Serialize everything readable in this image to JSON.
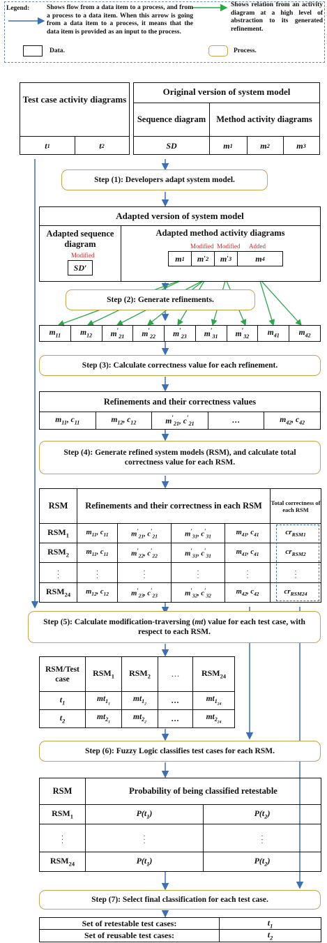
{
  "legend": {
    "title": "Legend:",
    "blue_arrow_text": "Shows flow from a data item to a process, and from a process to a data item. When this arrow is going from a data item to a process, it means that the data item is provided as an input to the process.",
    "green_arrow_text": "Shows relation from an activity diagram at a high level of abstraction to its generated refinement.",
    "data_label": "Data.",
    "process_label": "Process."
  },
  "test_case_diagrams": {
    "title": "Test case activity diagrams",
    "items": [
      "t1",
      "t2"
    ]
  },
  "original_model": {
    "title": "Original version of system model",
    "seq_header": "Sequence diagram",
    "method_header": "Method activity diagrams",
    "seq_item": "SD",
    "methods": [
      "m1",
      "m2",
      "m3"
    ]
  },
  "steps": {
    "s1": "Step (1): Developers adapt system model.",
    "s2": "Step (2): Generate refinements.",
    "s3": "Step (3): Calculate correctness value for each refinement.",
    "s4": "Step (4): Generate refined system models (RSM), and calculate total correctness value for each RSM.",
    "s5": "Step (5): Calculate modification-traversing (mt) value for each test case, with respect to each RSM.",
    "s6": "Step (6): Fuzzy Logic classifies test cases for each RSM.",
    "s7": "Step (7): Select final classification for each test case."
  },
  "adapted_model": {
    "title": "Adapted version of system model",
    "seq_header": "Adapted sequence diagram",
    "method_header": "Adapted method activity diagrams",
    "seq_status": "Modified",
    "seq_item": "SD′",
    "method_status": [
      "Modified",
      "Modified",
      "Added"
    ],
    "methods": [
      "m1",
      "m′2",
      "m′3",
      "m4"
    ]
  },
  "refinements": [
    "m11",
    "m12",
    "m′21",
    "m′22",
    "m′23",
    "m′31",
    "m′32",
    "m41",
    "m42"
  ],
  "correctness_table": {
    "title": "Refinements and their correctness values",
    "cells": [
      "m11, c11",
      "m12, c12",
      "m′21, c′21",
      "…",
      "m42, c42"
    ]
  },
  "rsm_table": {
    "col_rsm": "RSM",
    "col_refinements": "Refinements and their correctness in each RSM",
    "col_total": "Total correctness of each RSM",
    "rows": [
      {
        "rsm": "RSM1",
        "cells": [
          "m11, c11",
          "m′21, c′21",
          "m′31, c′31",
          "m41, c41"
        ],
        "total": "crRSM1"
      },
      {
        "rsm": "RSM2",
        "cells": [
          "m11, c11",
          "m′22, c′22",
          "m′31, c′31",
          "m41, c41"
        ],
        "total": "crRSM2"
      },
      {
        "rsm": "RSM24",
        "cells": [
          "m12, c12",
          "m′23, c′23",
          "m′32, c′32",
          "m42, c42"
        ],
        "total": "crRSM24"
      }
    ]
  },
  "mt_table": {
    "header": [
      "RSM/Test case",
      "RSM1",
      "RSM2",
      "…",
      "RSM24"
    ],
    "rows": [
      {
        "tc": "t1",
        "vals": [
          "mt11",
          "mt12",
          "…",
          "mt124"
        ]
      },
      {
        "tc": "t2",
        "vals": [
          "mt21",
          "mt22",
          "…",
          "mt224"
        ]
      }
    ]
  },
  "prob_table": {
    "col_rsm": "RSM",
    "col_prob": "Probability of being classified retestable",
    "rows": [
      {
        "rsm": "RSM1",
        "p1": "P(t1)",
        "p2": "P(t2)"
      },
      {
        "rsm": "RSM24",
        "p1": "P(t1)",
        "p2": "P(t2)"
      }
    ]
  },
  "final_table": {
    "rows": [
      {
        "label": "Set of retestable test cases:",
        "value": "t1"
      },
      {
        "label": "Set of reusable test cases:",
        "value": "t2"
      }
    ]
  },
  "colors": {
    "flow_arrow": "#3d6fb6",
    "refine_arrow": "#2aa84a",
    "process_border": "#c9a24a",
    "modified_text": "#d22222",
    "legend_border": "#6d89b6"
  }
}
